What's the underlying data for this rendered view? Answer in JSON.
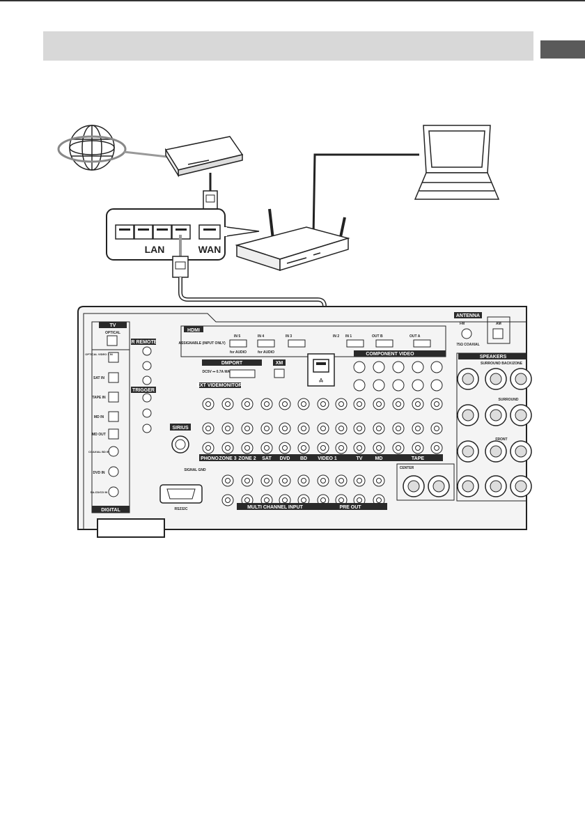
{
  "router_ports": {
    "lan": "LAN",
    "wan": "WAN"
  },
  "panel": {
    "tv_label": "TV",
    "optical": "OPTICAL",
    "ir_remote": "IR REMOTE",
    "trigger": "TRIGGER",
    "hdmi": "HDMI",
    "assignable_input_only": "ASSIGNABLE (INPUT ONLY)",
    "hdmi_in_labels": [
      "IN 5",
      "IN 4",
      "IN 3",
      "IN 2",
      "IN 1"
    ],
    "hdmi_out_labels": [
      "OUT B",
      "OUT A"
    ],
    "for_audio": "for AUDIO",
    "dmport": "DMPORT",
    "dmport_power": "DC5V ⎓ 0.7A MAX",
    "xm": "XM",
    "sirius": "SIRIUS",
    "rs232c": "RS232C",
    "signal_gnd": "SIGNAL GND",
    "antenna": "ANTENNA",
    "fm": "FM",
    "am": "AM",
    "fm_coaxial": "75Ω COAXIAL",
    "component_video": "COMPONENT VIDEO",
    "speakers": "SPEAKERS",
    "surround_back_zone": "SURROUND BACK/ZONE",
    "surround": "SURROUND",
    "front": "FRONT",
    "center": "CENTER",
    "digital": "DIGITAL",
    "multi_channel_input": "MULTI CHANNEL INPUT",
    "pre_out": "PRE OUT",
    "bottom_labels": [
      "PHONO",
      "ZONE 3",
      "ZONE 2",
      "SAT",
      "DVD",
      "BD",
      "VIDEO 1",
      "TV",
      "MD",
      "TAPE"
    ],
    "digital_inputs": [
      "OPTICAL VIDEO 1 IN",
      "SAT IN",
      "TAPE IN",
      "MD IN",
      "MD OUT",
      "COAXIAL BD IN",
      "DVD IN",
      "SA-CD/CD IN"
    ],
    "monitor": "MONITOR",
    "ext_video": "EXT VIDEO"
  }
}
